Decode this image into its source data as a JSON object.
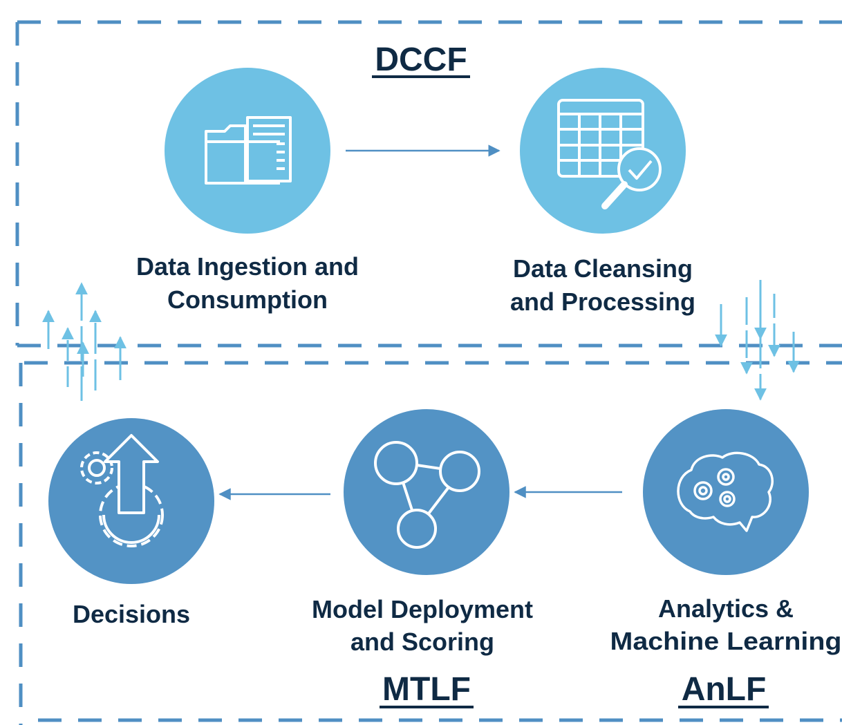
{
  "colors": {
    "dccf_circle": "#6ec1e4",
    "lower_circle": "#5393c5",
    "dashed_border": "#4f8fc3",
    "arrow_light": "#6ec1e4",
    "arrow_dark": "#4f8fc3",
    "text": "#0f2a44"
  },
  "sections": {
    "dccf_title": "DCCF",
    "mtlf_title": "MTLF",
    "anlf_title": "AnLF"
  },
  "nodes": {
    "ingestion": {
      "line1": "Data Ingestion and",
      "line2": "Consumption",
      "icon": "folder-documents-icon"
    },
    "cleansing": {
      "line1": "Data Cleansing",
      "line2": "and Processing",
      "icon": "table-magnifier-check-icon"
    },
    "analytics": {
      "line1": "Analytics &",
      "line2": "Machine Learning",
      "icon": "brain-gears-icon"
    },
    "deployment": {
      "line1": "Model Deployment",
      "line2": "and Scoring",
      "icon": "graph-nodes-icon"
    },
    "decisions": {
      "line1": "Decisions",
      "icon": "gears-up-arrow-icon"
    }
  }
}
